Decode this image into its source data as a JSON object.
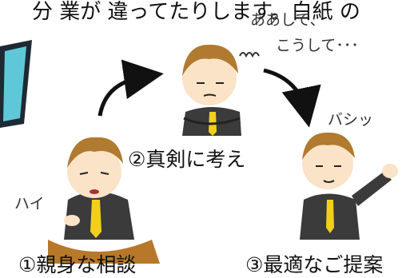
{
  "header": {
    "partial_text": "分 業が 違ってたりします。白紙 の"
  },
  "steps": [
    {
      "label": "①親身な相談",
      "utterance": "ハイ"
    },
    {
      "label": "②真剣に考え",
      "thought_1": "ああして、",
      "thought_2": "こうして･･･"
    },
    {
      "label": "③最適なご提案",
      "utterance": "バシッ"
    }
  ],
  "colors": {
    "frame": "#1d2a33",
    "frame_accent": "#5fc8d8",
    "tie": "#f2d01a",
    "suit": "#3b3b3b",
    "hair": "#b07a30",
    "skin": "#fbe3c7"
  }
}
